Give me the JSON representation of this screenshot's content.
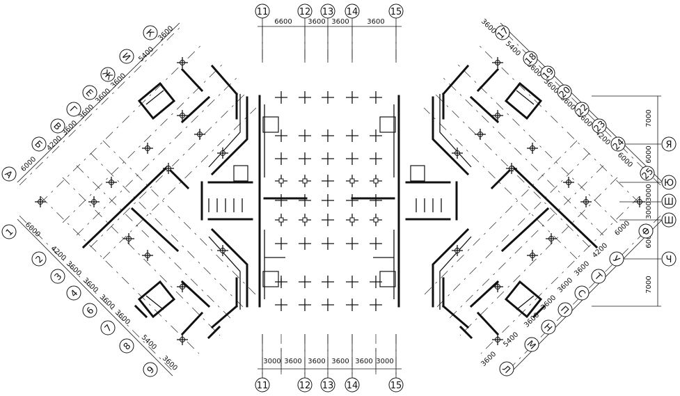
{
  "top": {
    "axes": [
      "11",
      "12",
      "13",
      "14",
      "15"
    ],
    "dims": [
      "6600",
      "3600",
      "3600",
      "3600"
    ]
  },
  "bottom": {
    "axes": [
      "11",
      "12",
      "13",
      "14",
      "15"
    ],
    "dims": [
      "3000",
      "3600",
      "3600",
      "3600",
      "3600",
      "3000"
    ]
  },
  "left_upper": {
    "axes": [
      "А",
      "Б",
      "В",
      "Г",
      "Е",
      "Ж",
      "И",
      "К"
    ],
    "dims": [
      "6000",
      "4200",
      "3600",
      "3600",
      "3600",
      "3600",
      "5400",
      "3600"
    ]
  },
  "left_lower": {
    "axes": [
      "1",
      "2",
      "3",
      "4",
      "6",
      "7",
      "8",
      "9"
    ],
    "dims": [
      "6000",
      "4200",
      "3600",
      "3600",
      "3600",
      "3600",
      "5400",
      "3600"
    ]
  },
  "right_upper": {
    "axes": [
      "17",
      "18",
      "19",
      "20",
      "22",
      "23",
      "24",
      "25"
    ],
    "dims": [
      "3600",
      "5400",
      "3600",
      "3600",
      "3600",
      "3600",
      "4200",
      "6000"
    ]
  },
  "right_lower": {
    "axes": [
      "Л",
      "М",
      "Н",
      "П",
      "С",
      "Т",
      "У",
      "Ф"
    ],
    "dims": [
      "3600",
      "5400",
      "3600",
      "3600",
      "3600",
      "3600",
      "4200",
      "6000"
    ]
  },
  "right_side": {
    "axes": [
      "Я",
      "Ю",
      "Ш",
      "Ш",
      "Ч"
    ],
    "dims": [
      "7000",
      "6000",
      "3000",
      "3000",
      "6000",
      "7000"
    ]
  }
}
